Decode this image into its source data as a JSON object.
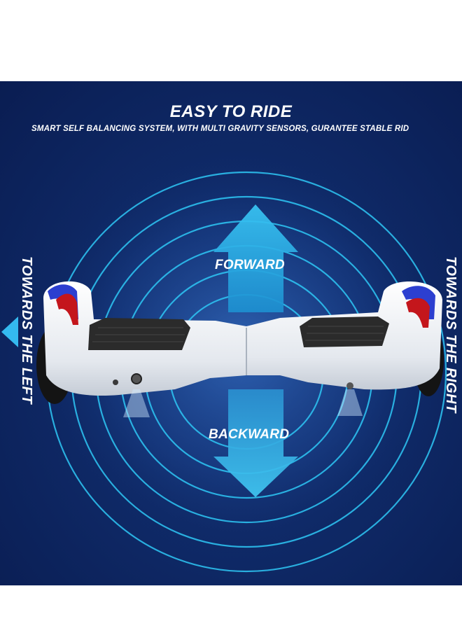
{
  "banner": {
    "title": "EASY TO RIDE",
    "subtitle": "SMART SELF BALANCING SYSTEM, WITH MULTI GRAVITY SENSORS, GURANTEE STABLE RID",
    "forward_label": "FORWARD",
    "backward_label": "BACKWARD",
    "left_label": "TOWARDS THE LEFT",
    "right_label": "TOWARDS THE RIGHT"
  },
  "colors": {
    "background": "#0f2a68",
    "ring": "#2ec7f5",
    "arrow": "#2fb6ea",
    "board": "#f2f4f7",
    "stripe_blue": "#2c3fd0",
    "stripe_red": "#c4161c"
  }
}
